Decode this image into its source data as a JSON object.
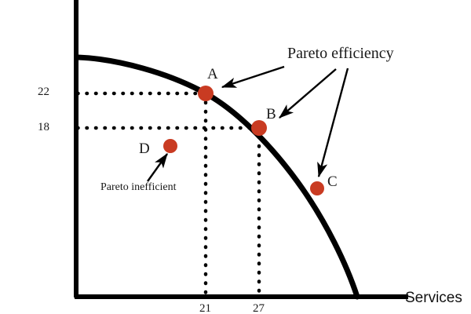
{
  "chart_data": {
    "type": "line",
    "title": "",
    "xlabel": "Services",
    "ylabel": "",
    "grid": false,
    "legend_position": "none",
    "xlim": [
      0,
      33
    ],
    "ylim": [
      0,
      32
    ],
    "curve": {
      "name": "Production possibility frontier",
      "description": "Concave production possibility frontier curve",
      "color": "#000000",
      "points": [
        {
          "x": 0,
          "y": 25.5
        },
        {
          "x": 8,
          "y": 25.0
        },
        {
          "x": 15,
          "y": 24.0
        },
        {
          "x": 21,
          "y": 22.0
        },
        {
          "x": 27,
          "y": 18.0
        },
        {
          "x": 30,
          "y": 14.0
        },
        {
          "x": 32,
          "y": 7.0
        },
        {
          "x": 33,
          "y": 0.0
        }
      ]
    },
    "points": [
      {
        "label": "A",
        "x": 21,
        "y": 22,
        "color": "#c93b22",
        "status": "efficient"
      },
      {
        "label": "B",
        "x": 27,
        "y": 18,
        "color": "#c93b22",
        "status": "efficient"
      },
      {
        "label": "C",
        "x": 31,
        "y": 10,
        "color": "#c93b22",
        "status": "efficient"
      },
      {
        "label": "D",
        "x": 14,
        "y": 15,
        "color": "#c93b22",
        "status": "inefficient"
      }
    ],
    "x_ticks": [
      {
        "value": 21,
        "label": "21"
      },
      {
        "value": 27,
        "label": "27"
      }
    ],
    "y_ticks": [
      {
        "value": 22,
        "label": "22"
      },
      {
        "value": 18,
        "label": "18"
      }
    ],
    "annotations": [
      {
        "text": "Pareto efficiency",
        "targets": [
          "A",
          "B",
          "C"
        ]
      },
      {
        "text": "Pareto inefficient",
        "targets": [
          "D"
        ]
      }
    ]
  },
  "labels": {
    "point_a": "A",
    "point_b": "B",
    "point_c": "C",
    "point_d": "D",
    "y_tick_22": "22",
    "y_tick_18": "18",
    "x_tick_21": "21",
    "x_tick_27": "27",
    "annotation_efficiency": "Pareto efficiency",
    "annotation_inefficient": "Pareto inefficient",
    "x_axis_title": "Services"
  },
  "colors": {
    "marker": "#c93b22",
    "axis": "#000000",
    "curve": "#000000",
    "text": "#1a1a1a",
    "background": "#ffffff"
  }
}
